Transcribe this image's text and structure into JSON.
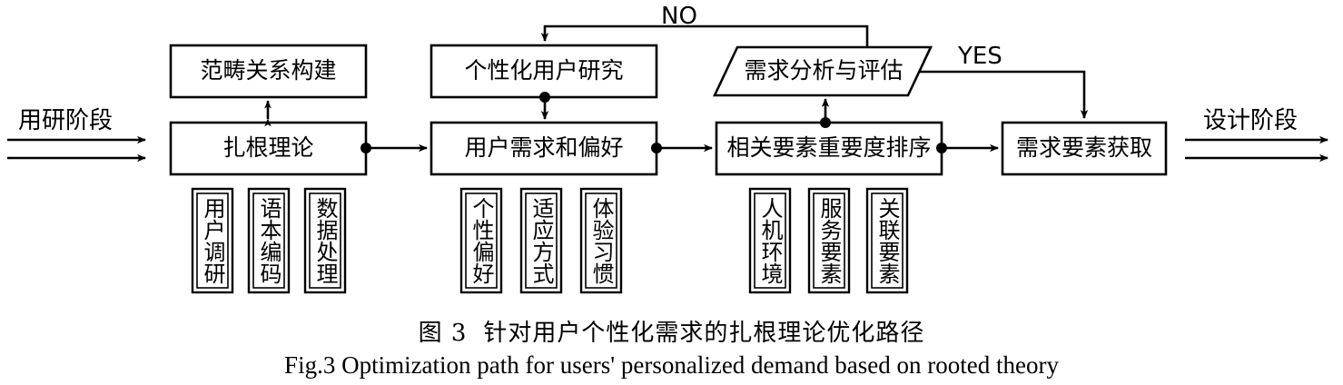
{
  "figure": {
    "caption_cn_number": "图 3",
    "caption_cn_text": "针对用户个性化需求的扎根理论优化路径",
    "caption_en": "Fig.3 Optimization path for users' personalized demand based on rooted theory"
  },
  "stages": {
    "input_label": "用研阶段",
    "output_label": "设计阶段"
  },
  "decision_labels": {
    "no": "NO",
    "yes": "YES"
  },
  "nodes": {
    "category_relation": "范畴关系构建",
    "grounded_theory": "扎根理论",
    "personalized_user_research": "个性化用户研究",
    "user_needs_preferences": "用户需求和偏好",
    "demand_analysis_evaluation": "需求分析与评估",
    "factor_importance_ranking": "相关要素重要度排序",
    "demand_element_acquisition": "需求要素获取"
  },
  "sub_nodes": {
    "group_grounded_theory": [
      "用户调研",
      "语本编码",
      "数据处理"
    ],
    "group_user_needs": [
      "个性偏好",
      "适应方式",
      "体验习惯"
    ],
    "group_factor_ranking": [
      "人机环境",
      "服务要素",
      "关联要素"
    ]
  },
  "style": {
    "stroke": "#000000",
    "fill": "#ffffff",
    "background": "#ffffff"
  }
}
